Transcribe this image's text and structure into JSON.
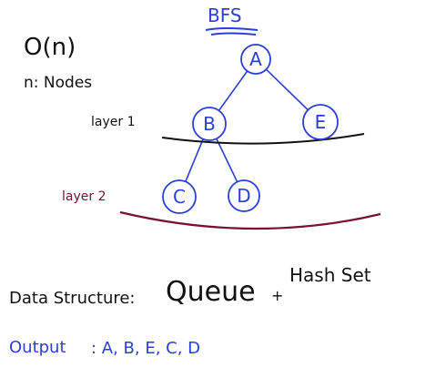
{
  "title": "BFS",
  "complexity": "O(n)",
  "complexity_note": "n: Nodes",
  "layers": [
    {
      "label": "layer 1"
    },
    {
      "label": "layer 2"
    }
  ],
  "nodes": [
    {
      "id": "A",
      "label": "A"
    },
    {
      "id": "B",
      "label": "B"
    },
    {
      "id": "E",
      "label": "E"
    },
    {
      "id": "C",
      "label": "C"
    },
    {
      "id": "D",
      "label": "D"
    }
  ],
  "edges": [
    {
      "from": "A",
      "to": "B"
    },
    {
      "from": "A",
      "to": "E"
    },
    {
      "from": "B",
      "to": "C"
    },
    {
      "from": "B",
      "to": "D"
    }
  ],
  "data_structure_label": "Data Structure:",
  "data_structure_queue": "Queue",
  "data_structure_plus": "+",
  "data_structure_set": "Hash Set",
  "output_label": "Output",
  "output_value": ": A, B, E, C, D",
  "colors": {
    "blue": "#2a3fd6",
    "ink": "#111111",
    "maroon": "#7a1030"
  }
}
